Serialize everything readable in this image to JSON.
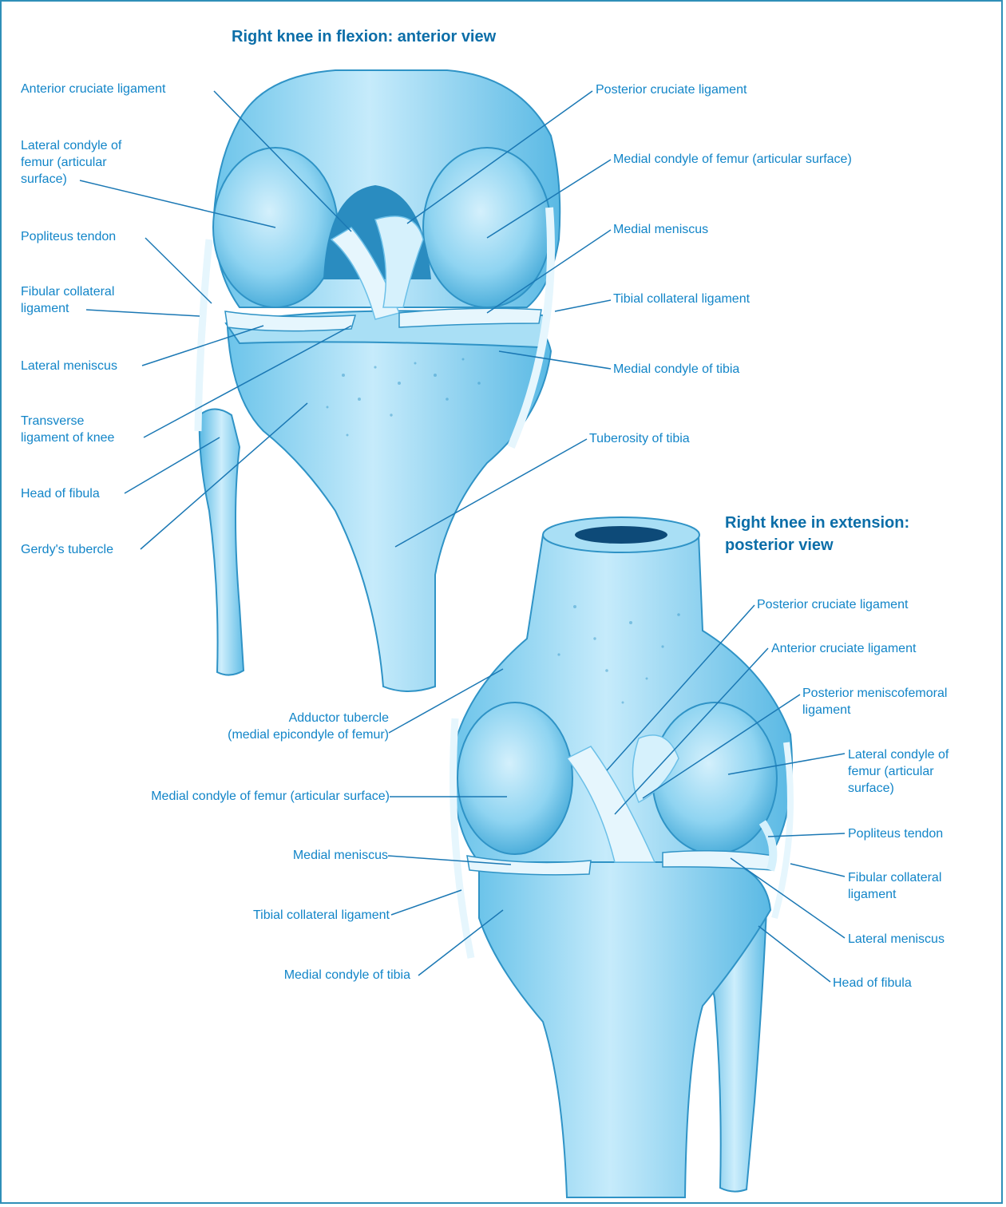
{
  "anterior": {
    "title": "Right knee in flexion: anterior view",
    "labels": {
      "acl": "Anterior cruciate ligament",
      "lat_condyle_femur": "Lateral condyle of\nfemur (articular\nsurface)",
      "popliteus_tendon": "Popliteus tendon",
      "fibular_collateral": "Fibular collateral\nligament",
      "lateral_meniscus": "Lateral meniscus",
      "transverse_ligament": "Transverse\nligament of knee",
      "head_fibula": "Head of fibula",
      "gerdys_tubercle": "Gerdy's tubercle",
      "pcl": "Posterior cruciate ligament",
      "med_condyle_femur": "Medial condyle of femur (articular surface)",
      "medial_meniscus": "Medial meniscus",
      "tibial_collateral": "Tibial collateral ligament",
      "med_condyle_tibia": "Medial condyle of tibia",
      "tuberosity_tibia": "Tuberosity of tibia"
    }
  },
  "posterior": {
    "title_line1": "Right knee in extension:",
    "title_line2": "posterior view",
    "labels": {
      "adductor_tubercle": "Adductor tubercle\n(medial epicondyle of femur)",
      "med_condyle_femur": "Medial condyle of femur (articular surface)",
      "medial_meniscus": "Medial meniscus",
      "tibial_collateral": "Tibial collateral ligament",
      "med_condyle_tibia": "Medial condyle of tibia",
      "pcl": "Posterior cruciate ligament",
      "acl": "Anterior cruciate ligament",
      "meniscofemoral": "Posterior meniscofemoral\nligament",
      "lat_condyle_femur": "Lateral condyle of\nfemur (articular\nsurface)",
      "popliteus_tendon": "Popliteus tendon",
      "fibular_collateral": "Fibular collateral\nligament",
      "lateral_meniscus": "Lateral meniscus",
      "head_fibula": "Head of fibula"
    }
  },
  "colors": {
    "bone_light": "#bfe8fa",
    "bone_mid": "#7fcdee",
    "bone_dark": "#3fa6d6",
    "ligament": "#e6f6fd",
    "label_text": "#1285c8",
    "title_text": "#0c6ea8",
    "leader_line": "#1b78b4"
  }
}
